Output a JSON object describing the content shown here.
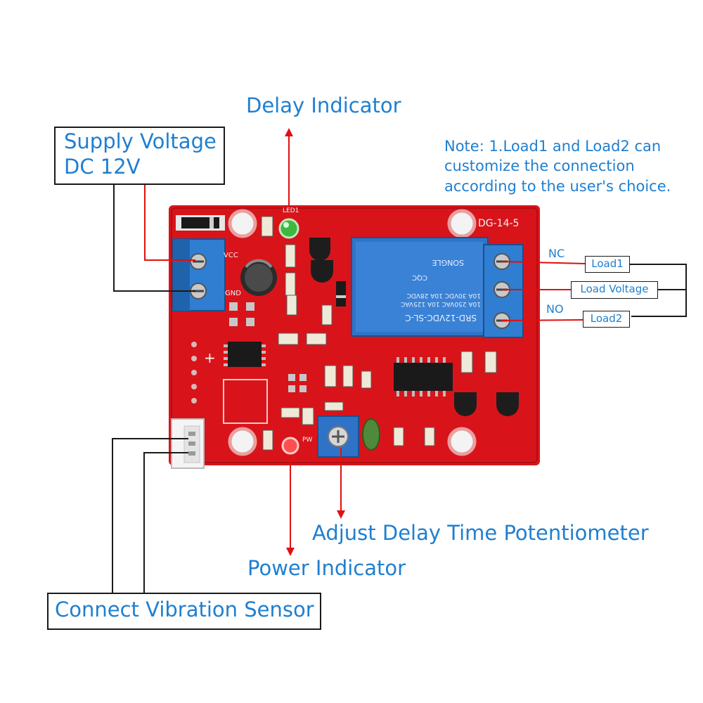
{
  "labels": {
    "supply_voltage_line1": "Supply Voltage",
    "supply_voltage_line2": "DC 12V",
    "delay_indicator": "Delay Indicator",
    "note_line1": "Note: 1.Load1 and Load2 can",
    "note_line2": "customize the connection",
    "note_line3": "according to the user's choice.",
    "nc": "NC",
    "no": "NO",
    "load1": "Load1",
    "load_voltage": "Load Voltage",
    "load2": "Load2",
    "adjust_delay": "Adjust Delay Time Potentiometer",
    "power_indicator": "Power Indicator",
    "connect_sensor": "Connect Vibration Sensor"
  },
  "board": {
    "model": "DG-14-5",
    "vcc": "VCC",
    "gnd": "GND",
    "plus": "+",
    "led_label": "LED1",
    "pw_label": "PW",
    "relay_line1": "SRD-12VDC-SL-C",
    "relay_line2": "10A 250VAC  10A 125VAC",
    "relay_line3": "10A 30VDC  10A 28VDC",
    "relay_brand": "SONGLE",
    "relay_cert": "CQC"
  },
  "colors": {
    "label_blue": "#1f7fd0",
    "pcb_red": "#d8141a",
    "arrow_red": "#e01010",
    "relay_blue": "#2a6fc0"
  }
}
